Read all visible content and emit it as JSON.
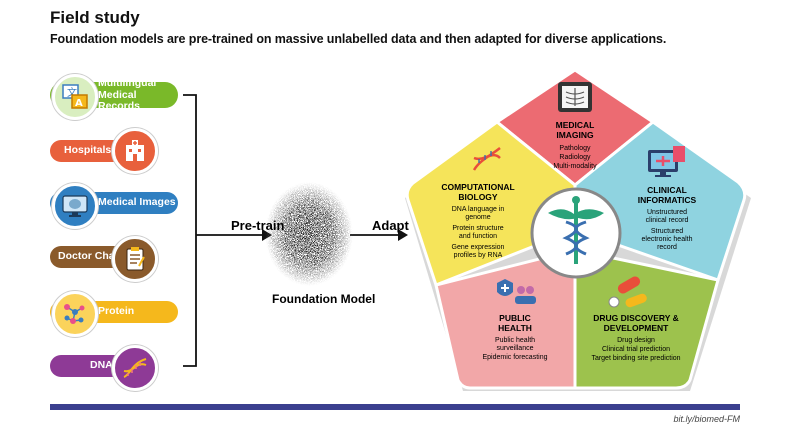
{
  "header": {
    "title": "Field study",
    "subtitle": "Foundation models are pre-trained on massive unlabelled data and then adapted for diverse applications."
  },
  "sources": [
    {
      "line1": "Multilingual",
      "line2": "Medical Records",
      "color": "#7ab929",
      "icon": "translate-icon",
      "icon_color": "#7ab929"
    },
    {
      "line1": "Hospitals",
      "line2": "",
      "color": "#e8603c",
      "icon": "hospital-icon",
      "icon_color": "#e8603c"
    },
    {
      "line1": "Medical Images",
      "line2": "",
      "color": "#2f7fc1",
      "icon": "monitor-icon",
      "icon_color": "#2f7fc1"
    },
    {
      "line1": "Doctor Charts",
      "line2": "",
      "color": "#8a5a2b",
      "icon": "clipboard-icon",
      "icon_color": "#8a5a2b"
    },
    {
      "line1": "Protein",
      "line2": "",
      "color": "#f5b81c",
      "icon": "protein-icon",
      "icon_color": "#f5b81c"
    },
    {
      "line1": "DNA",
      "line2": "",
      "color": "#8e3a96",
      "icon": "dna-icon",
      "icon_color": "#8e3a96"
    }
  ],
  "flow": {
    "pretrain": "Pre-train",
    "model": "Foundation Model",
    "adapt": "Adapt"
  },
  "segments": {
    "imaging": {
      "title": [
        "MEDICAL",
        "IMAGING"
      ],
      "items": [
        "Pathology",
        "Radiology",
        "Multi-modality"
      ],
      "color": "#ec6b72"
    },
    "informatics": {
      "title": [
        "CLINICAL",
        "INFORMATICS"
      ],
      "items": [
        "Unstructured",
        "clinical record",
        "",
        "Structured",
        "electronic health",
        "record"
      ],
      "color": "#8fd3e0"
    },
    "drug": {
      "title": [
        "DRUG DISCOVERY &",
        "DEVELOPMENT"
      ],
      "items": [
        "Drug design",
        "Clinical trial prediction",
        "Target binding site prediction"
      ],
      "color": "#9dc24d"
    },
    "public": {
      "title": [
        "PUBLIC",
        "HEALTH"
      ],
      "items": [
        "Public health",
        "surveillance",
        "Epidemic forecasting"
      ],
      "color": "#f2a7a8"
    },
    "biology": {
      "title": [
        "COMPUTATIONAL",
        "BIOLOGY"
      ],
      "items": [
        "DNA language in",
        "genome",
        "",
        "Protein structure",
        "and function",
        "",
        "Gene expression",
        "profiles by RNA"
      ],
      "color": "#f5e45a"
    }
  },
  "footer": {
    "credit": "bit.ly/biomed-FM"
  }
}
